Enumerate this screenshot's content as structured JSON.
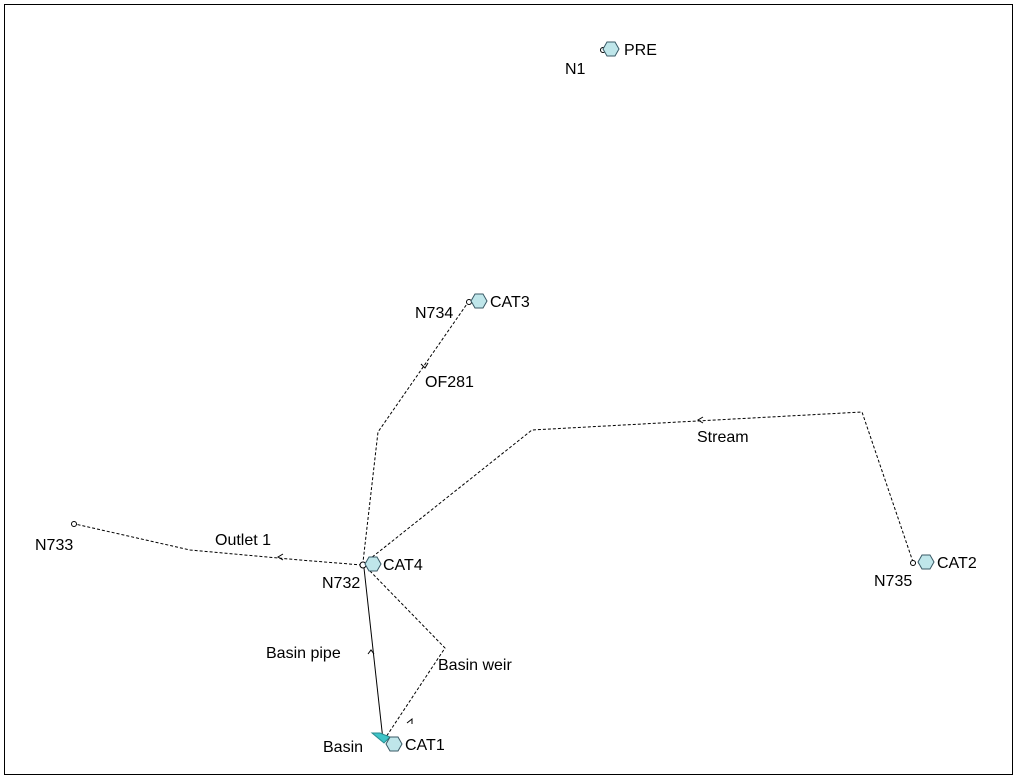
{
  "nodes": [
    {
      "id": "n1",
      "label": "N1"
    },
    {
      "id": "n732",
      "label": "N732"
    },
    {
      "id": "n733",
      "label": "N733"
    },
    {
      "id": "n734",
      "label": "N734"
    },
    {
      "id": "n735",
      "label": "N735"
    },
    {
      "id": "basin",
      "label": "Basin"
    }
  ],
  "subcatchments": [
    {
      "id": "pre",
      "label": "PRE"
    },
    {
      "id": "cat1",
      "label": "CAT1"
    },
    {
      "id": "cat2",
      "label": "CAT2"
    },
    {
      "id": "cat3",
      "label": "CAT3"
    },
    {
      "id": "cat4",
      "label": "CAT4"
    }
  ],
  "links": [
    {
      "id": "outlet-1",
      "label": "Outlet 1",
      "style": "dashed"
    },
    {
      "id": "stream",
      "label": "Stream",
      "style": "dashed"
    },
    {
      "id": "of281",
      "label": "OF281",
      "style": "dashed"
    },
    {
      "id": "basin-pipe",
      "label": "Basin pipe",
      "style": "solid"
    },
    {
      "id": "basin-weir",
      "label": "Basin weir",
      "style": "dashed"
    }
  ],
  "colors": {
    "subcatchment_fill": "#bfe6ea",
    "subcatchment_stroke": "#3a5a66",
    "storage_fill": "#3fc4c8",
    "line": "#000000"
  }
}
